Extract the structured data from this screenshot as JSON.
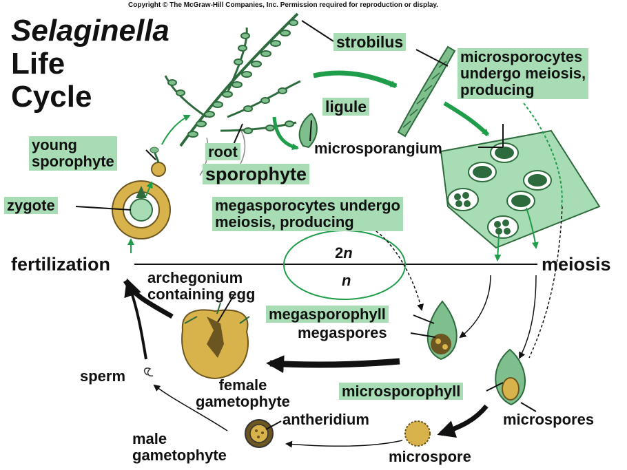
{
  "copyright": "Copyright © The McGraw-Hill Companies, Inc. Permission required for reproduction or display.",
  "title": {
    "line1": "Selaginella",
    "line2": "Life",
    "line3": "Cycle"
  },
  "labels": {
    "strobilus": "strobilus",
    "microsporocytes_1": "microsporocytes",
    "microsporocytes_2": "undergo meiosis,",
    "microsporocytes_3": "producing",
    "ligule": "ligule",
    "young_sporophyte_1": "young",
    "young_sporophyte_2": "sporophyte",
    "root": "root",
    "microsporangium": "microsporangium",
    "sporophyte": "sporophyte",
    "zygote": "zygote",
    "megasporocytes_1": "megasporocytes undergo",
    "megasporocytes_2": "meiosis, producing",
    "ploidy_2n_num": "2",
    "ploidy_2n_n": "n",
    "ploidy_n": "n",
    "fertilization": "fertilization",
    "meiosis": "meiosis",
    "archegonium_1": "archegonium",
    "archegonium_2": "containing egg",
    "megasporophyll": "megasporophyll",
    "megaspores": "megaspores",
    "sperm": "sperm",
    "female_gametophyte_1": "female",
    "female_gametophyte_2": "gametophyte",
    "microsporophyll": "microsporophyll",
    "microspores": "microspores",
    "antheridium": "antheridium",
    "male_gametophyte_1": "male",
    "male_gametophyte_2": "gametophyte",
    "microspore": "microspore"
  },
  "colors": {
    "label_highlight": "#a8dcb4",
    "plant_green": "#7fbf8e",
    "plant_dark": "#2d6b3c",
    "arrow_green": "#1f9d4a",
    "gametophyte_tan": "#d8b24a"
  }
}
